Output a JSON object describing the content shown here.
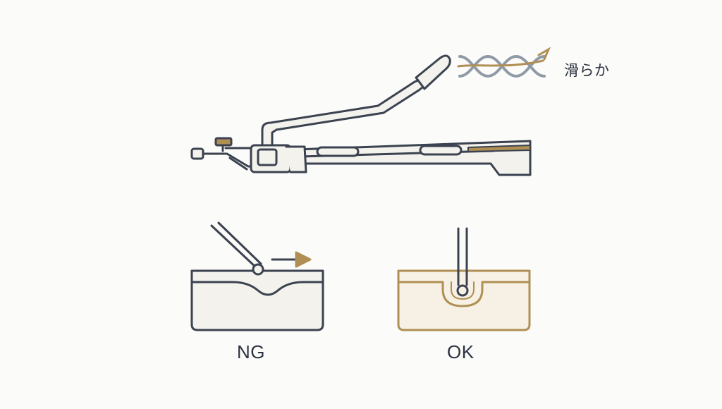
{
  "legend": {
    "smooth_text": "滑らか",
    "icon": "smooth-wave-icon"
  },
  "device": {
    "icon": "sliding-lever-mechanism"
  },
  "comparison": {
    "ng_label": "NG",
    "ok_label": "OK"
  },
  "colors": {
    "line": "#3b4250",
    "fill": "#f3f2ec",
    "accent": "#b08f55",
    "wave_gray": "#8f9aa6",
    "background": "#fbfbf9"
  }
}
